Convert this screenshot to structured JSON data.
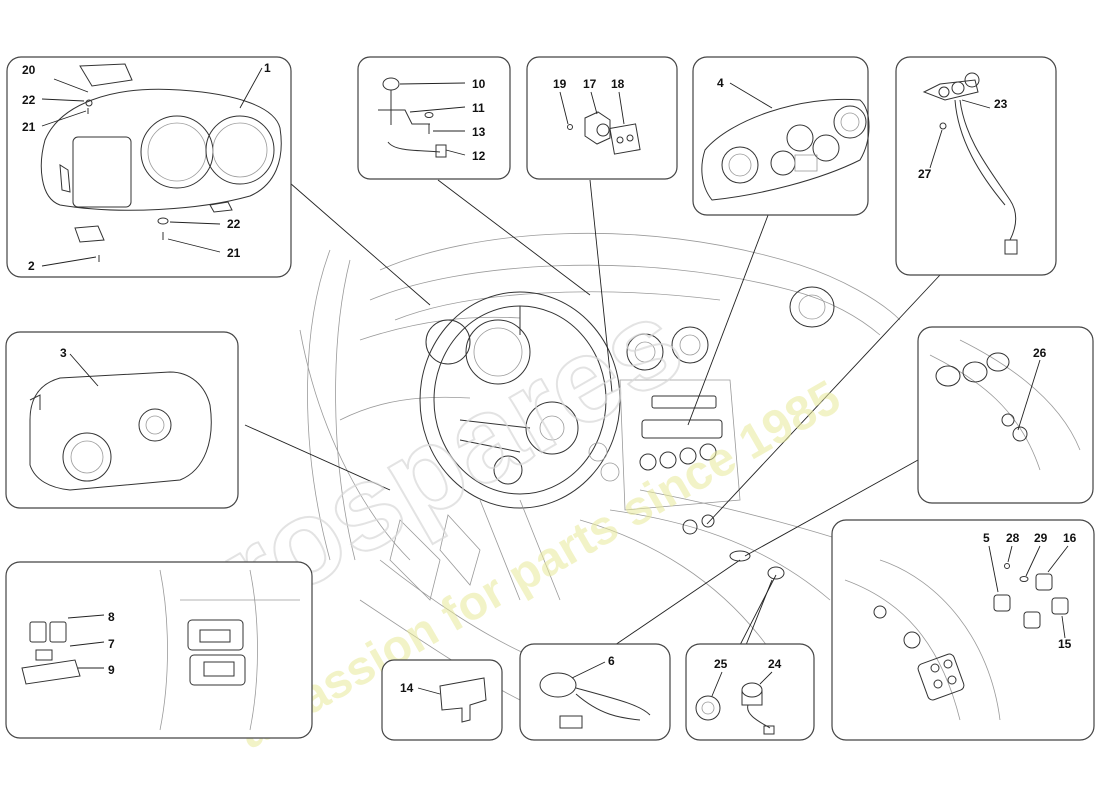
{
  "watermark": {
    "brand": "eurospares",
    "tagline": "a passion for parts since 1985",
    "brand_color": "#d8d8d8",
    "tagline_color": "#e4e38a"
  },
  "callouts": {
    "p1": [
      "20",
      "1",
      "22",
      "21",
      "22",
      "21",
      "2"
    ],
    "p2": [
      "10",
      "11",
      "13",
      "12"
    ],
    "p3": [
      "19",
      "17",
      "18"
    ],
    "p4": [
      "4"
    ],
    "p5": [
      "23",
      "27"
    ],
    "p6": [
      "3"
    ],
    "p7": [
      "26"
    ],
    "p8": [
      "8",
      "7",
      "9"
    ],
    "p9": [
      "14"
    ],
    "p10": [
      "6"
    ],
    "p11": [
      "25",
      "24"
    ],
    "p12": [
      "5",
      "28",
      "29",
      "16",
      "15"
    ]
  }
}
